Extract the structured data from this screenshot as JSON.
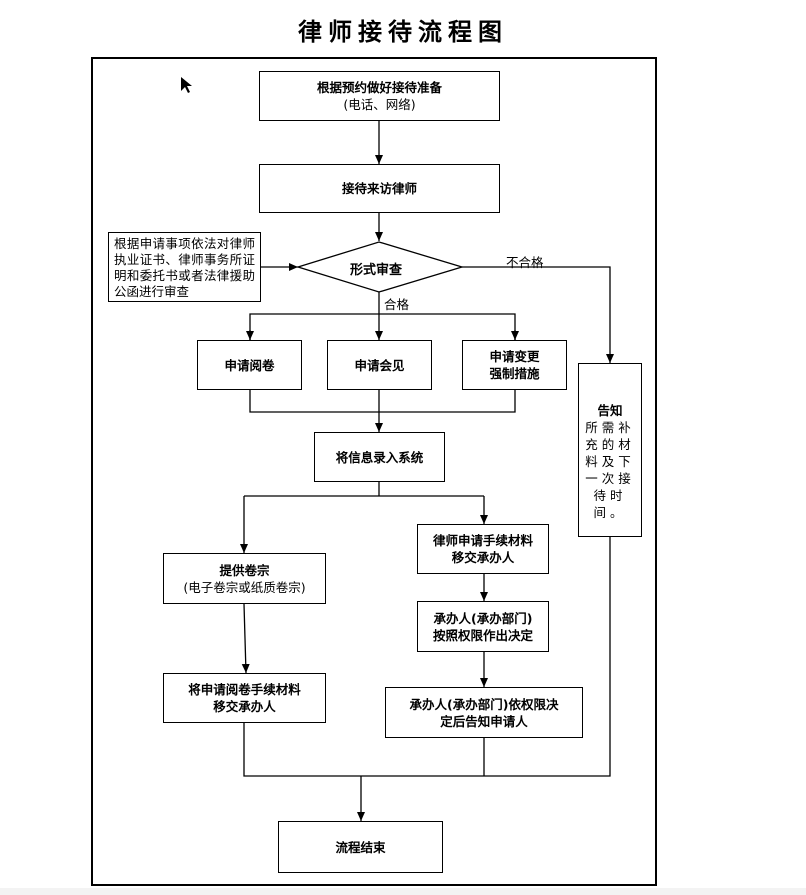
{
  "title": "律师接待流程图",
  "nodes": {
    "prepare": {
      "line1": "根据预约做好接待准备",
      "line2": "(电话、网络)"
    },
    "receive": "接待来访律师",
    "review": "形式审查",
    "review_note": "根据申请事项依法对律师执业证书、律师事务所证明和委托书或者法律援助公函进行审查",
    "apply_read": "申请阅卷",
    "apply_meet": "申请会见",
    "apply_change": {
      "line1": "申请变更",
      "line2": "强制措施"
    },
    "notify": {
      "title": "告知",
      "body": "所需补充的材料及下一次接待时间。"
    },
    "enter_system": "将信息录入系统",
    "provide_files": {
      "line1": "提供卷宗",
      "line2": "(电子卷宗或纸质卷宗)"
    },
    "lawyer_materials": {
      "line1": "律师申请手续材料",
      "line2": "移交承办人"
    },
    "handler_decide": {
      "line1": "承办人(承办部门)",
      "line2": "按照权限作出决定"
    },
    "read_materials": {
      "line1": "将申请阅卷手续材料",
      "line2": "移交承办人"
    },
    "handler_notify": {
      "line1": "承办人(承办部门)依权限决",
      "line2": "定后告知申请人"
    },
    "end": "流程结束"
  },
  "labels": {
    "fail": "不合格",
    "pass": "合格"
  }
}
